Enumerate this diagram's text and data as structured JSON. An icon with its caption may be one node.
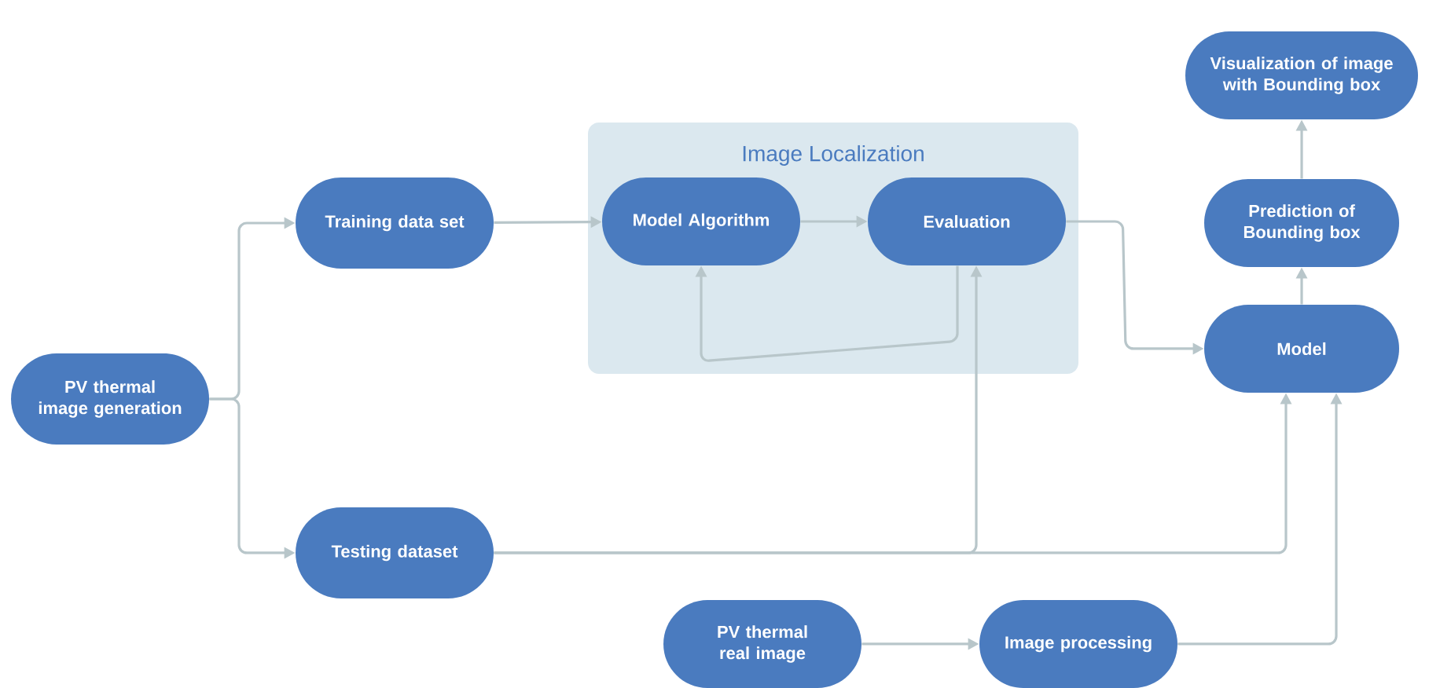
{
  "diagram": {
    "nodes": [
      {
        "text": [
          "PV thermal image generation"
        ]
      },
      {
        "text": [
          "Training data set"
        ]
      },
      {
        "text": [
          "Testing dataset"
        ]
      },
      {
        "text": [
          "Image Localization"
        ]
      },
      {
        "text": [
          "Model Algorithm"
        ],
        "in": 3
      },
      {
        "text": [
          "Evaluation"
        ],
        "in": 3
      },
      {
        "text": [
          "Model"
        ]
      },
      {
        "text": [
          "Prediction of Bounding box"
        ]
      },
      {
        "text": [
          "Visualization of image with Bounding box"
        ]
      },
      {
        "text": [
          "PV thermal real image"
        ]
      },
      {
        "text": [
          "Image processing"
        ]
      }
    ],
    "edges": [
      {
        "from": 0,
        "to": 1,
        "arrow": "to"
      },
      {
        "from": 0,
        "to": 2,
        "arrow": "to"
      },
      {
        "from": 1,
        "to": 4,
        "arrow": "to"
      },
      {
        "from": 4,
        "to": 5,
        "arrow": "to"
      },
      {
        "from": 5,
        "to": 4,
        "arrow": "to"
      },
      {
        "from": 5,
        "to": 6,
        "arrow": "to"
      },
      {
        "from": 2,
        "to": 5,
        "arrow": "to"
      },
      {
        "from": 2,
        "to": 6,
        "arrow": "to"
      },
      {
        "from": 10,
        "to": 6,
        "arrow": "to"
      },
      {
        "from": 6,
        "to": 7,
        "arrow": "to"
      },
      {
        "from": 7,
        "to": 8,
        "arrow": "to"
      },
      {
        "from": 9,
        "to": 10,
        "arrow": "to"
      }
    ]
  }
}
